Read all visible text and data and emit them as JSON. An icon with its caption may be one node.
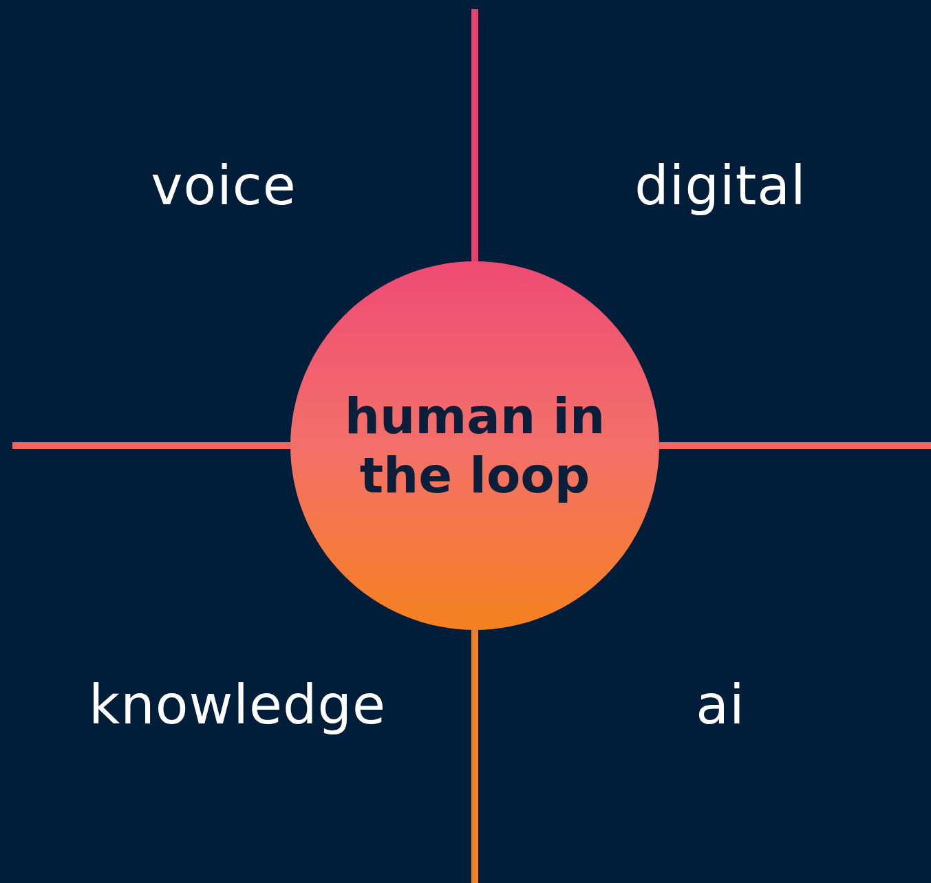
{
  "diagram": {
    "nodes": [
      {
        "text": [
          "human in the loop"
        ]
      }
    ],
    "labels": [
      "voice",
      "digital",
      "knowledge",
      "ai"
    ]
  }
}
